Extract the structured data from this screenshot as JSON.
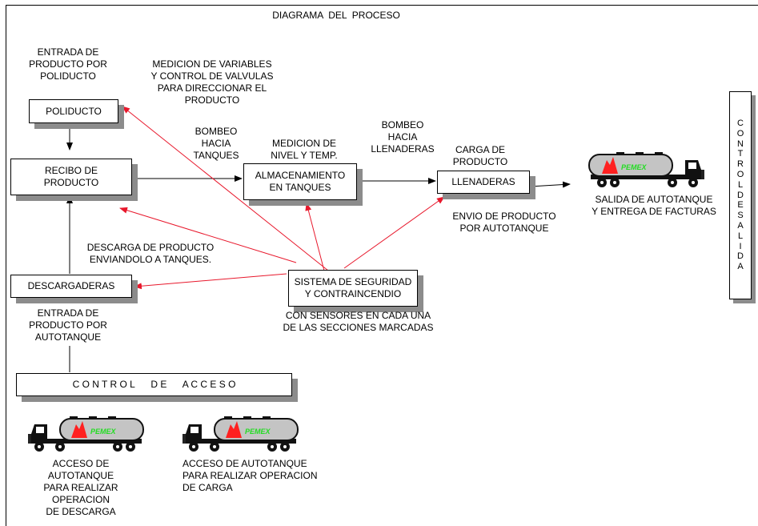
{
  "title": "DIAGRAMA  DEL  PROCESO",
  "nodes": {
    "poliducto": "POLIDUCTO",
    "recibo": "RECIBO DE\nPRODUCTO",
    "almacenamiento": "ALMACENAMIENTO\nEN TANQUES",
    "llenaderas": "LLENADERAS",
    "descargaderas": "DESCARGADERAS",
    "seguridad": "SISTEMA DE SEGURIDAD\nY CONTRAINCENDIO",
    "control_acceso": "C O N T R O L      D E      A C C E S O"
  },
  "labels": {
    "entrada_poliducto": "ENTRADA DE\nPRODUCTO POR\nPOLIDUCTO",
    "medicion_variables": "MEDICION DE VARIABLES\nY CONTROL DE VALVULAS\nPARA DIRECCIONAR EL\nPRODUCTO",
    "bombeo_tanques": "BOMBEO\nHACIA\nTANQUES",
    "medicion_nivel": "MEDICION DE\nNIVEL Y TEMP.",
    "bombeo_llenaderas": "BOMBEO\nHACIA\nLLENADERAS",
    "carga_producto": "CARGA DE\nPRODUCTO",
    "salida_autotanque": "SALIDA DE AUTOTANQUE\nY ENTREGA DE FACTURAS",
    "envio_producto": "ENVIO DE PRODUCTO\nPOR AUTOTANQUE",
    "descarga_producto": "DESCARGA DE PRODUCTO\nENVIANDOLO A TANQUES.",
    "entrada_autotanque": "ENTRADA DE\nPRODUCTO POR\nAUTOTANQUE",
    "sensores": "CON SENSORES EN CADA UNA\nDE LAS SECCIONES MARCADAS",
    "acceso_descarga": "ACCESO DE\nAUTOTANQUE\nPARA REALIZAR\nOPERACION\nDE DESCARGA",
    "acceso_carga": "ACCESO DE AUTOTANQUE\nPARA REALIZAR OPERACION\nDE CARGA"
  },
  "control_salida": [
    "C",
    "O",
    "N",
    "T",
    "R",
    "O",
    "L",
    "D",
    "E",
    "S",
    "A",
    "L",
    "I",
    "D",
    "A"
  ],
  "truck_logo": "PEMEX",
  "colors": {
    "alarm_arrow": "#e8182c",
    "shadow": "#8c8c8c",
    "tank": "#c4c4c4",
    "logo": "#22dd22",
    "flame": "#ff2020"
  }
}
